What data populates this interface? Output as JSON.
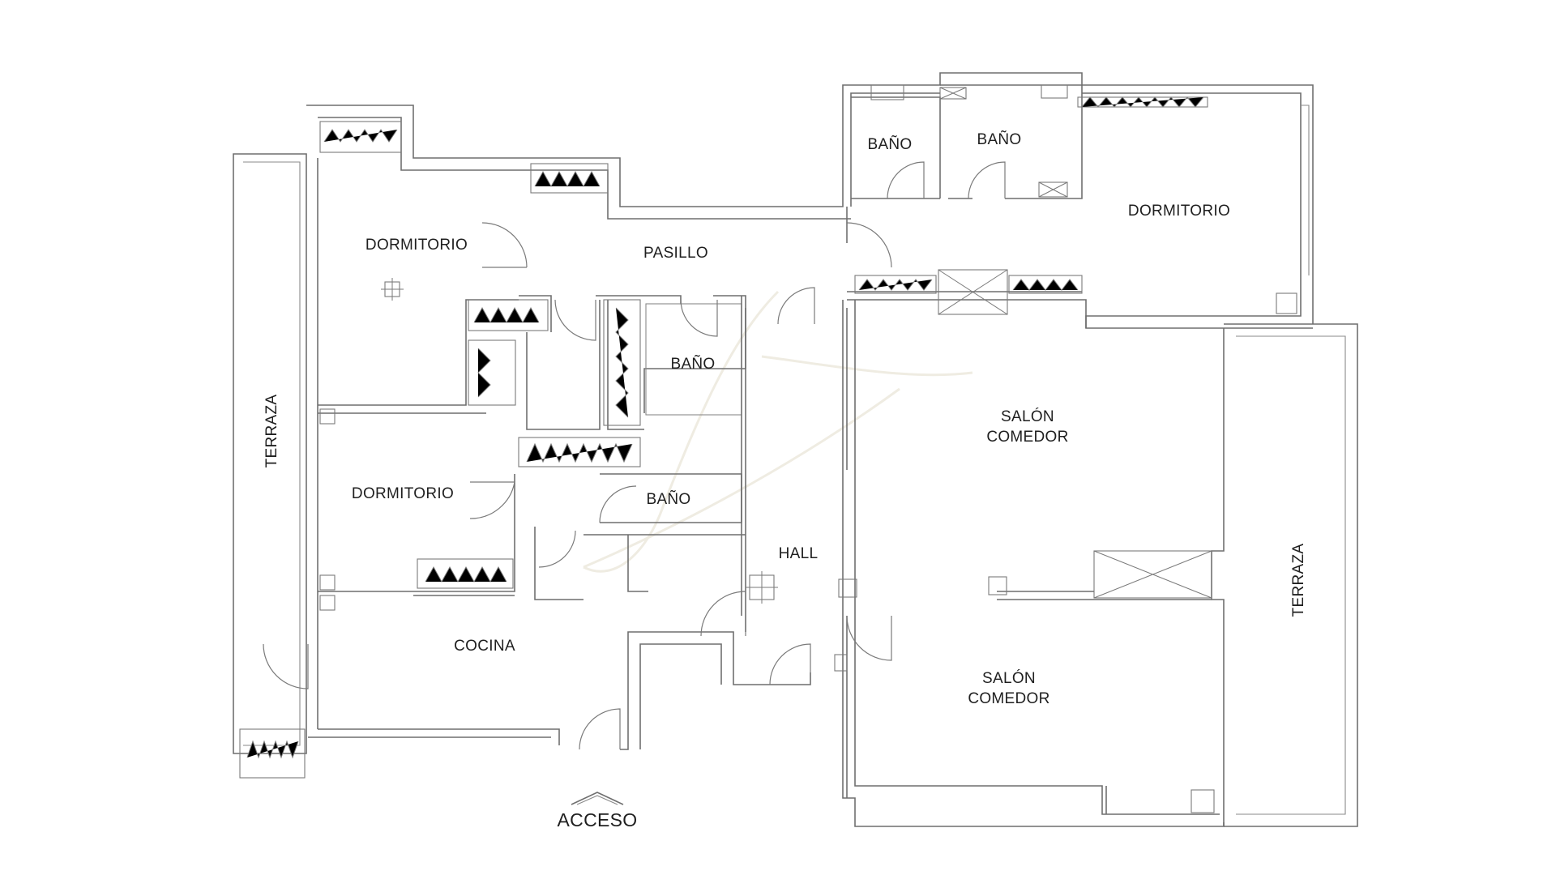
{
  "rooms": {
    "dormitorio_nw": "DORMITORIO",
    "dormitorio_w": "DORMITORIO",
    "dormitorio_ne": "DORMITORIO",
    "pasillo": "PASILLO",
    "bano_1": "BAÑO",
    "bano_2": "BAÑO",
    "bano_3": "BAÑO",
    "bano_4": "BAÑO",
    "salon_comedor_1": [
      "SALÓN",
      "COMEDOR"
    ],
    "salon_comedor_2": [
      "SALÓN",
      "COMEDOR"
    ],
    "hall": "HALL",
    "cocina": "COCINA",
    "terraza_w": "TERRAZA",
    "terraza_e": "TERRAZA"
  },
  "entrance": {
    "label": "ACCESO"
  }
}
